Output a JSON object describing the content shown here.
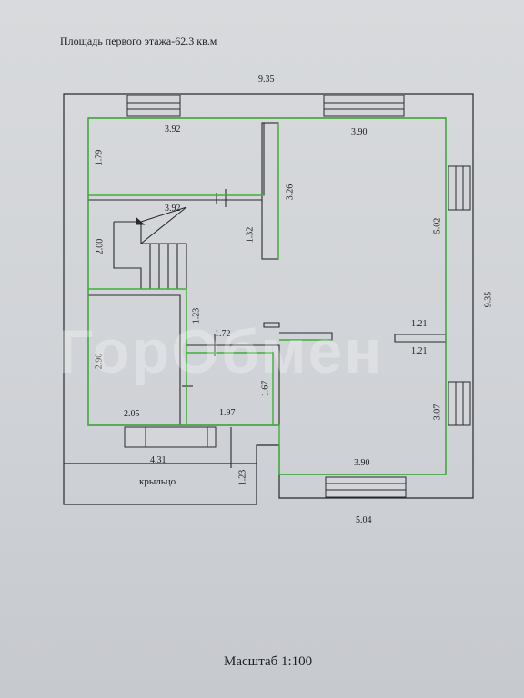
{
  "title": "Площадь первого этажа-62.3 кв.м",
  "scale_label": "Масштаб 1:100",
  "porch_label": "крыльцо",
  "watermark": "ГорОбмен",
  "colors": {
    "wall": "#2a2a2e",
    "room_outline": "#3fae3a",
    "paper": "#d3d5d9"
  },
  "dimensions": {
    "overall_width": "9.35",
    "overall_height": "9.35",
    "bottom_width": "5.04",
    "room_top_left_width": "3.92",
    "room_top_left_height": "1.79",
    "room_right_top_width": "3.90",
    "room_right_partition": "3.26",
    "stair_width": "3.92",
    "stair_height": "2.00",
    "hall_height": "1.32",
    "right_room_height": "5.02",
    "corridor_height": "1.23",
    "bath_width": "1.72",
    "partition_a": "1.21",
    "partition_b": "1.21",
    "left_room_height": "2.90",
    "left_room_width": "2.05",
    "bath_height": "1.67",
    "bath_bottom_width": "1.97",
    "right_bottom_height": "3.07",
    "right_bottom_width": "3.90",
    "porch_width": "4.31",
    "porch_depth": "1.23"
  }
}
